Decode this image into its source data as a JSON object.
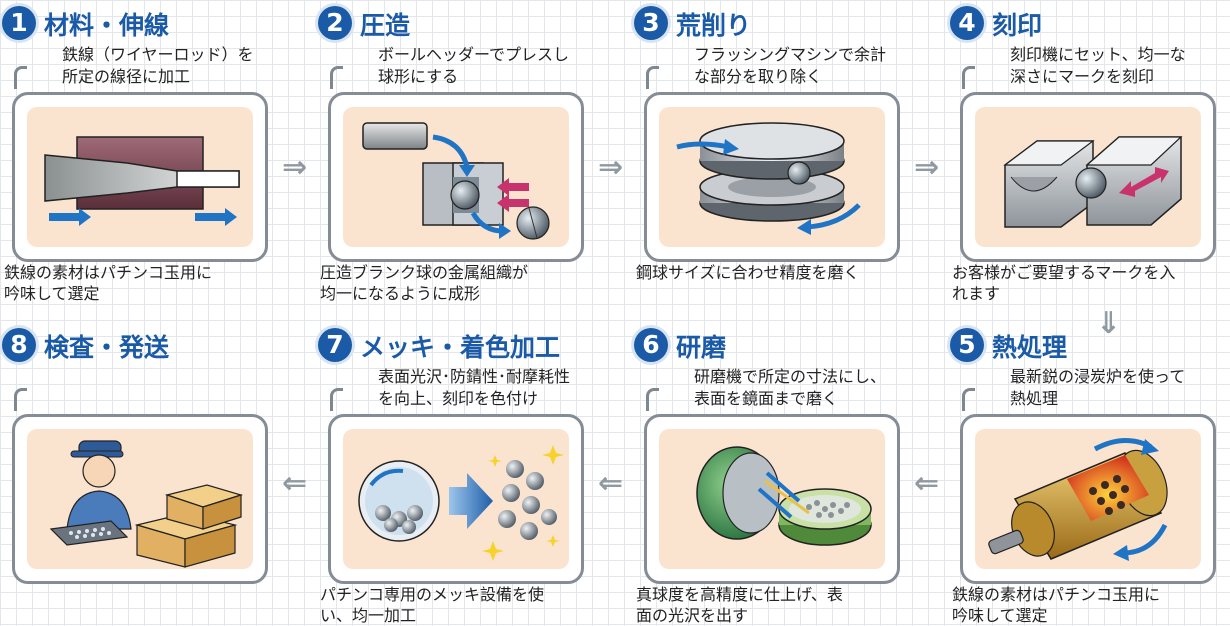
{
  "steps": [
    {
      "num": "1",
      "title": "材料・伸線",
      "desc": "鉄線（ワイヤーロッド）を\n所定の線径に加工",
      "caption": "鉄線の素材はパチンコ玉用に\n吟味して選定"
    },
    {
      "num": "2",
      "title": "圧造",
      "desc": "ボールヘッダーでプレスし\n球形にする",
      "caption": "圧造ブランク球の金属組織が\n均一になるように成形"
    },
    {
      "num": "3",
      "title": "荒削り",
      "desc": "フラッシングマシンで余計\nな部分を取り除く",
      "caption": "鋼球サイズに合わせ精度を磨く"
    },
    {
      "num": "4",
      "title": "刻印",
      "desc": "刻印機にセット、均一な\n深さにマークを刻印",
      "caption": "お客様がご要望するマークを入\nれます"
    },
    {
      "num": "5",
      "title": "熱処理",
      "desc": "最新鋭の浸炭炉を使って\n熱処理",
      "caption": "鉄線の素材はパチンコ玉用に\n吟味して選定"
    },
    {
      "num": "6",
      "title": "研磨",
      "desc": "研磨機で所定の寸法にし、\n表面を鏡面まで磨く",
      "caption": "真球度を高精度に仕上げ、表\n面の光沢を出す"
    },
    {
      "num": "7",
      "title": "メッキ・着色加工",
      "desc": "表面光沢･防錆性･耐摩耗性\nを向上、刻印を色付け",
      "caption": "パチンコ専用のメッキ設備を使\nい、均一加工"
    },
    {
      "num": "8",
      "title": "検査・発送",
      "desc": "",
      "caption": ""
    }
  ],
  "arrows": {
    "right": "⇒",
    "left": "⇐",
    "down": "⇓"
  },
  "colors": {
    "accent": "#1a5aa6",
    "panel": "#fbe4cf",
    "frame": "#858c95",
    "arrow_mark": "#c8336e"
  }
}
